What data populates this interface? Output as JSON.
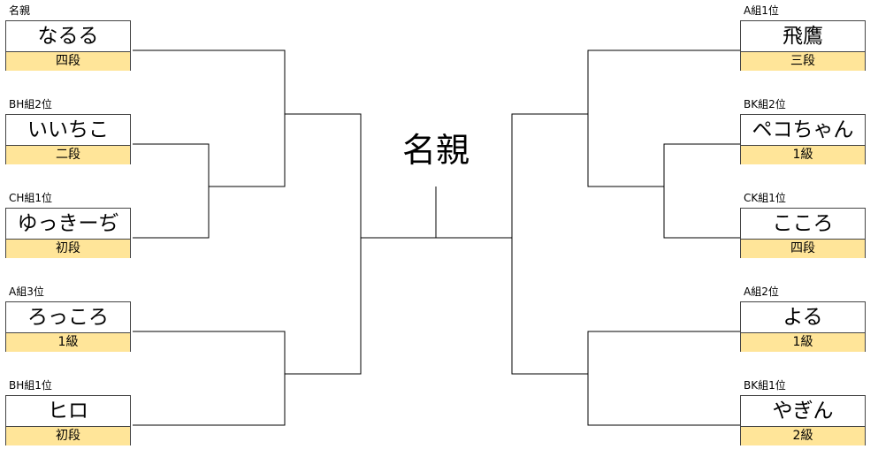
{
  "center_title": "名親",
  "colors": {
    "rank_background": "#ffe599",
    "line": "#000000"
  },
  "left_players": [
    {
      "seed": "名親",
      "name": "なるる",
      "rank": "四段"
    },
    {
      "seed": "BH組2位",
      "name": "いいちこ",
      "rank": "二段"
    },
    {
      "seed": "CH組1位",
      "name": "ゆっきーぢ",
      "rank": "初段"
    },
    {
      "seed": "A組3位",
      "name": "ろっころ",
      "rank": "1級"
    },
    {
      "seed": "BH組1位",
      "name": "ヒロ",
      "rank": "初段"
    }
  ],
  "right_players": [
    {
      "seed": "A組1位",
      "name": "飛鷹",
      "rank": "三段"
    },
    {
      "seed": "BK組2位",
      "name": "ペコちゃん",
      "rank": "1級"
    },
    {
      "seed": "CK組1位",
      "name": "こころ",
      "rank": "四段"
    },
    {
      "seed": "A組2位",
      "name": "よる",
      "rank": "1級"
    },
    {
      "seed": "BK組1位",
      "name": "やぎん",
      "rank": "2級"
    }
  ]
}
